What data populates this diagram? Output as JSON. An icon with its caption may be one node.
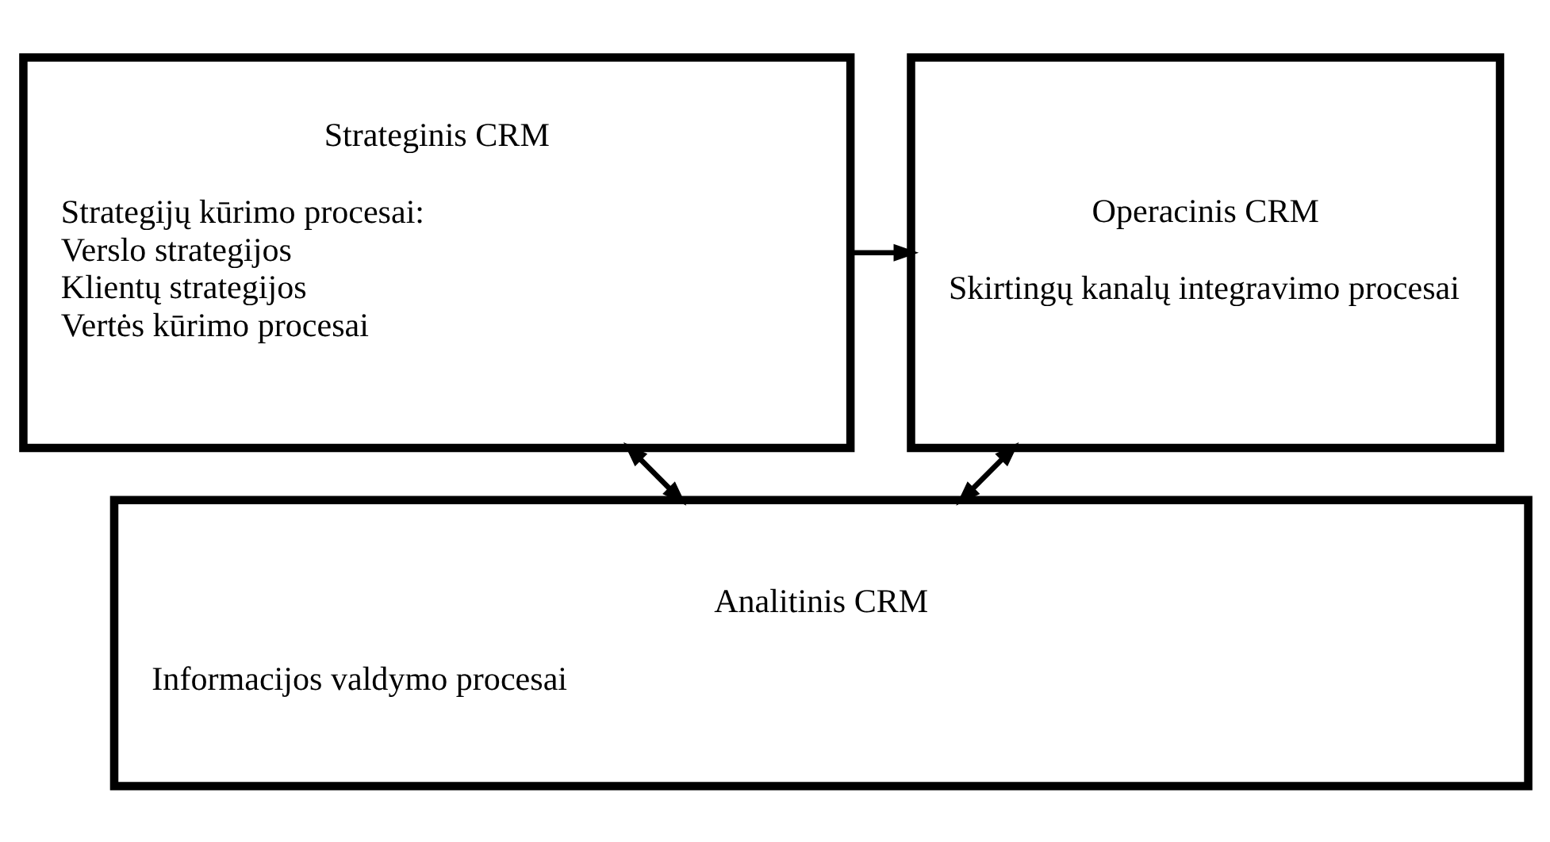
{
  "diagram": {
    "nodes": [
      {
        "text": [
          "Strateginis CRM",
          "Strategijų kūrimo procesai:",
          "Verslo strategijos",
          "Klientų strategijos",
          "Vertės kūrimo procesai"
        ]
      },
      {
        "text": [
          "Operacinis CRM",
          "Skirtingų kanalų integravimo procesai"
        ]
      },
      {
        "text": [
          "Analitinis CRM",
          "Informacijos valdymo procesai"
        ]
      }
    ],
    "edges": [
      {
        "from": 0,
        "to": 1,
        "arrow": "to"
      },
      {
        "from": 0,
        "to": 2,
        "arrow": "both"
      },
      {
        "from": 1,
        "to": 2,
        "arrow": "both"
      }
    ]
  }
}
